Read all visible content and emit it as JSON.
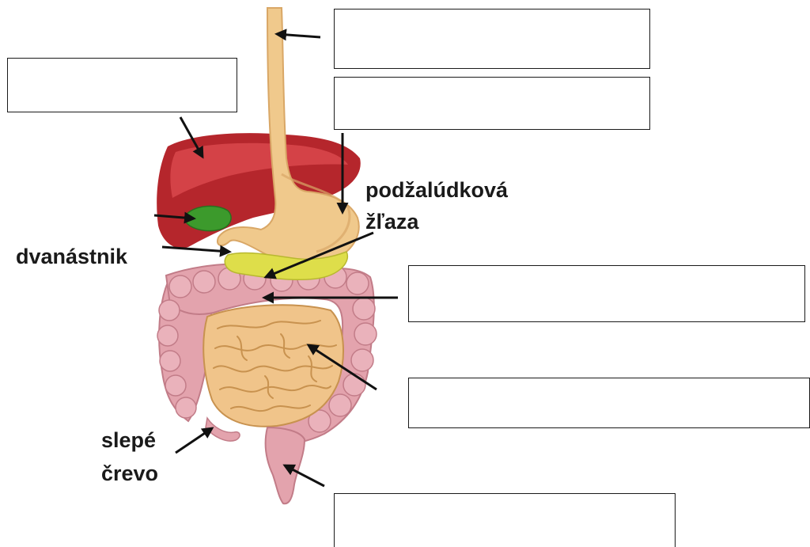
{
  "labels": {
    "pancreas_line1": "podžalúdková",
    "pancreas_line2": "žľaza",
    "duodenum": "dvanástnik",
    "cecum_line1": "slepé",
    "cecum_line2": "črevo"
  },
  "answer_boxes": [
    {
      "id": "esophagus",
      "value": ""
    },
    {
      "id": "liver",
      "value": ""
    },
    {
      "id": "stomach",
      "value": ""
    },
    {
      "id": "large-intestine",
      "value": ""
    },
    {
      "id": "small-intestine",
      "value": ""
    },
    {
      "id": "rectum",
      "value": ""
    }
  ],
  "colors": {
    "liver": "#b5262c",
    "liver_highlight": "#d9484c",
    "gallbladder": "#3c9a2c",
    "esophagus_stomach": "#f0c98c",
    "stomach_shade": "#d9a766",
    "pancreas": "#dede4a",
    "large_intestine": "#e3a3ad",
    "large_intestine_shade": "#c27c88",
    "small_intestine": "#f0c48a",
    "small_intestine_shade": "#c8924f",
    "arrow": "#111111"
  }
}
